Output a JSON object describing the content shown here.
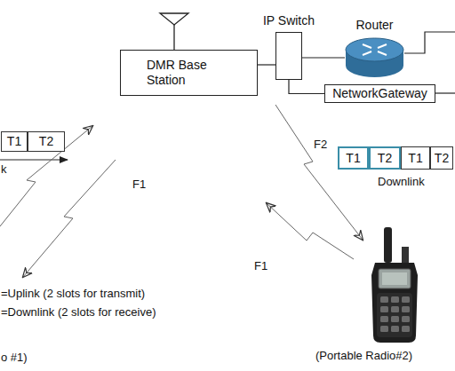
{
  "diagram": {
    "nodes": [
      {
        "text": [
          "DMR Base Station"
        ]
      },
      {
        "text": [
          "IP Switch"
        ]
      },
      {
        "text": [
          "Router"
        ]
      },
      {
        "text": [
          "NetworkGateway"
        ]
      },
      {
        "text": [
          "T1"
        ]
      },
      {
        "text": [
          "T2"
        ]
      },
      {
        "text": [
          "T1"
        ]
      },
      {
        "text": [
          "T2"
        ]
      },
      {
        "text": [
          "T1"
        ]
      },
      {
        "text": [
          "T2"
        ]
      }
    ],
    "edges": [
      {
        "from": 0,
        "to": 1,
        "arrow": "none"
      },
      {
        "from": 1,
        "to": 2,
        "arrow": "none"
      },
      {
        "from": 1,
        "to": 3,
        "arrow": "none"
      }
    ],
    "labels": [
      "k",
      "F1",
      "=Uplink (2 slots for transmit)",
      "=Downlink (2 slots for receive)",
      "o #1)",
      "F2",
      "F1",
      "Downlink",
      "(Portable Radio#2)"
    ]
  }
}
